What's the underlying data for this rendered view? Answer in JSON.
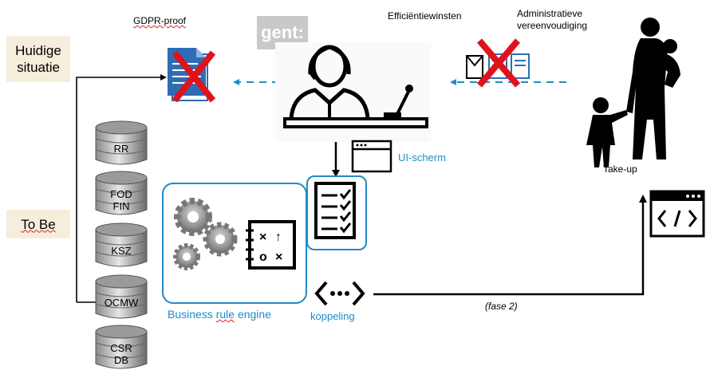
{
  "labels": {
    "huidige_line1": "Huidige",
    "huidige_line2": "situatie",
    "to_be": "To Be",
    "gdpr": "GDPR-proof",
    "gent": "gent:",
    "efficientie": "Efficiëntiewinsten",
    "admin_line1": "Administratieve",
    "admin_line2": "vereenvoudiging",
    "ui_scherm": "UI-scherm",
    "take_up": "Take-up",
    "business_rule_pre": "Business ",
    "business_rule_mid": "rule",
    "business_rule_post": " engine",
    "koppeling": "koppeling",
    "fase2": "(fase 2)"
  },
  "databases": [
    {
      "line1": "RR",
      "line2": ""
    },
    {
      "line1": "FOD",
      "line2": "FIN"
    },
    {
      "line1": "KSZ",
      "line2": ""
    },
    {
      "line1": "OCMW",
      "line2": ""
    },
    {
      "line1": "CSR",
      "line2": "DB"
    }
  ],
  "colors": {
    "accent_blue": "#1f8bc8",
    "cross_red": "#e0121b",
    "label_bg": "#f5eedc",
    "doc_blue": "#2e6db5"
  },
  "icons": [
    "document-icon",
    "mail-documents-icon",
    "receptionist-icon",
    "family-silhouette-icon",
    "ui-window-icon",
    "checklist-icon",
    "gears-icon",
    "strategy-board-icon",
    "api-connection-icon",
    "code-window-icon",
    "database-icon"
  ]
}
